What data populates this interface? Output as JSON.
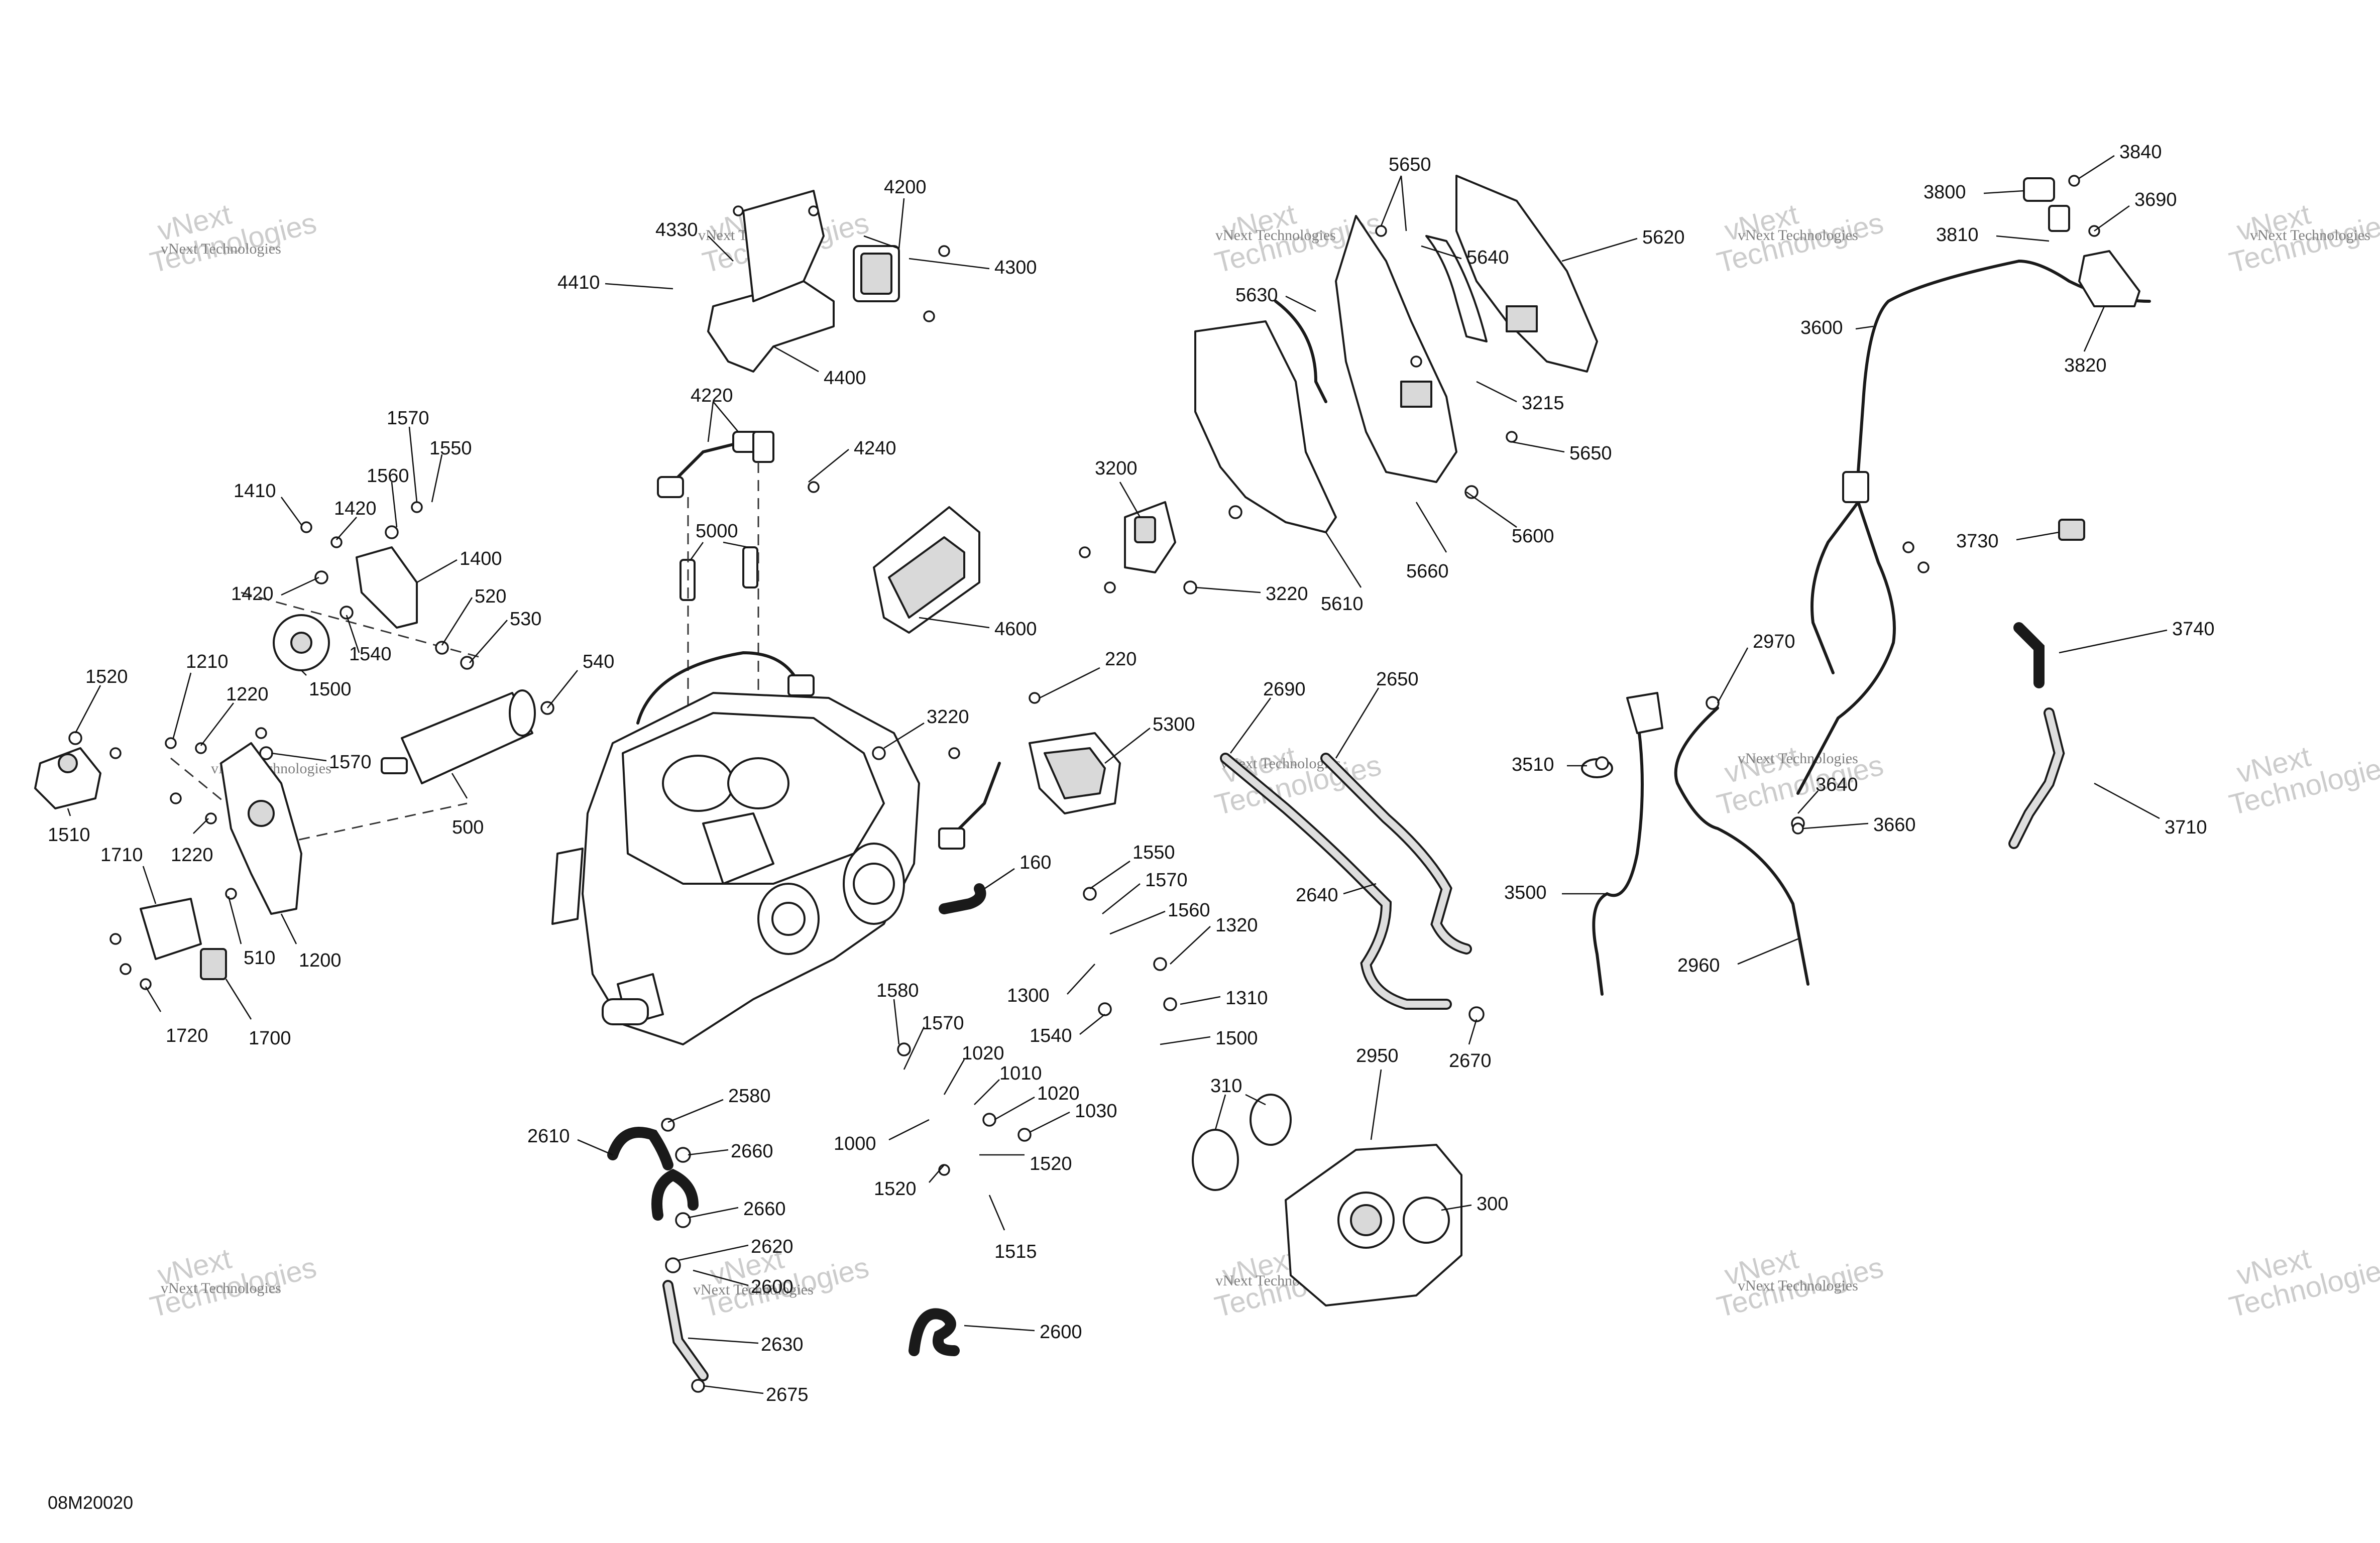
{
  "diagram": {
    "code": "08M20020",
    "watermark": {
      "line1": "vNext",
      "line2": "Technologies",
      "small": "vNext Technologies"
    },
    "callouts": [
      "4200",
      "4330",
      "4300",
      "4410",
      "4400",
      "5650",
      "5640",
      "5620",
      "5630",
      "3215",
      "5650",
      "5600",
      "5660",
      "5610",
      "3840",
      "3800",
      "3690",
      "3810",
      "3600",
      "3820",
      "3730",
      "3740",
      "3710",
      "4220",
      "4240",
      "5000",
      "4600",
      "3200",
      "3220",
      "1570",
      "1550",
      "1560",
      "1410",
      "1420",
      "1400",
      "1420",
      "520",
      "530",
      "1540",
      "1500",
      "540",
      "1520",
      "1210",
      "1220",
      "1570",
      "1510",
      "1220",
      "500",
      "1710",
      "510",
      "1200",
      "1720",
      "1700",
      "220",
      "3220",
      "5300",
      "160",
      "2690",
      "2650",
      "2640",
      "2670",
      "2970",
      "3510",
      "3640",
      "3660",
      "3500",
      "2960",
      "1550",
      "1570",
      "1560",
      "1320",
      "1300",
      "1310",
      "1540",
      "1500",
      "1580",
      "1570",
      "1020",
      "1010",
      "1020",
      "1030",
      "1000",
      "1520",
      "1520",
      "1515",
      "2580",
      "2610",
      "2660",
      "2660",
      "2620",
      "2600",
      "2630",
      "2675",
      "2600",
      "310",
      "2950",
      "300"
    ]
  }
}
